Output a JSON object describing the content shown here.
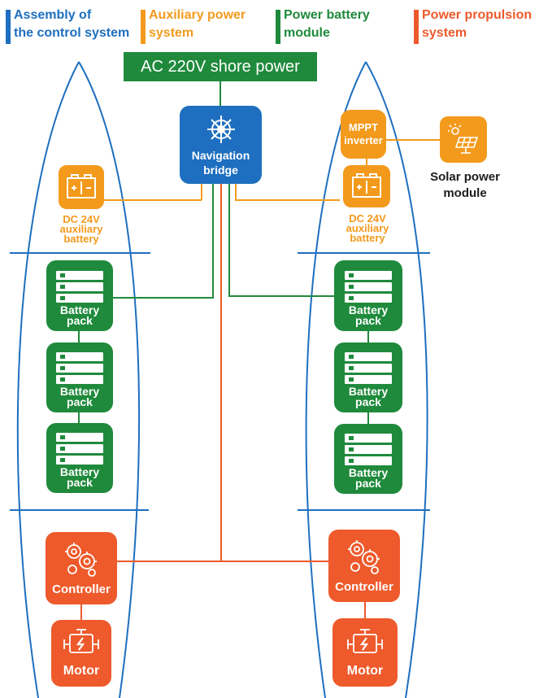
{
  "legend": [
    {
      "line1": "Assembly of",
      "line2": "the control system",
      "color": "#1e6fbf"
    },
    {
      "line1": "Auxiliary power",
      "line2": "system",
      "color": "#f39a1c"
    },
    {
      "line1": "Power battery",
      "line2": "module",
      "color": "#1f8a3c"
    },
    {
      "line1": "Power propulsion",
      "line2": "system",
      "color": "#ee5a2b"
    }
  ],
  "shore_power": "AC 220V shore power",
  "navigation": {
    "line1": "Navigation",
    "line2": "bridge",
    "icon": "ship-wheel-icon"
  },
  "mppt": {
    "line1": "MPPT",
    "line2": "inverter"
  },
  "solar": {
    "line1": "Solar power",
    "line2": "module",
    "icon": "solar-panel-icon"
  },
  "aux_battery": {
    "line1": "DC 24V",
    "line2": "auxiliary",
    "line3": "battery",
    "icon": "battery-icon"
  },
  "battery_pack": {
    "line1": "Battery",
    "line2": "pack",
    "icon": "battery-stack-icon"
  },
  "controller": {
    "label": "Controller",
    "icon": "gears-icon"
  },
  "motor": {
    "label": "Motor",
    "icon": "engine-icon"
  },
  "colors": {
    "blue": "#1e6fbf",
    "orange": "#f39a1c",
    "green": "#1f8a3c",
    "red": "#ee5a2b",
    "hull": "#1e6fbf"
  }
}
